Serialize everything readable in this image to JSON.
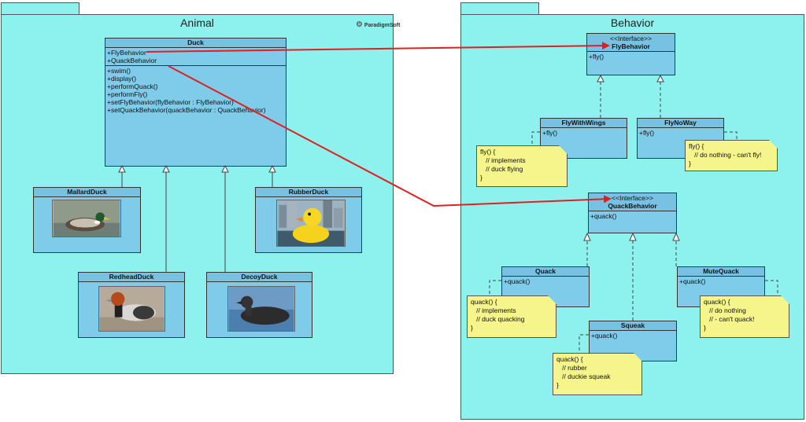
{
  "packages": {
    "animal": {
      "title": "Animal"
    },
    "behavior": {
      "title": "Behavior"
    }
  },
  "logo": {
    "text": "ParadigmSoft"
  },
  "classes": {
    "duck": {
      "name": "Duck",
      "attributes": [
        "+FlyBehavior",
        "+QuackBehavior"
      ],
      "operations": [
        "+swim()",
        "+display()",
        "+performQuack()",
        "+performFly()",
        "+setFlyBehavior(flyBehavior : FlyBehavior)",
        "+setQuackBehavior(quackBehavior : QuackBehavior)"
      ]
    },
    "mallard": {
      "name": "MallardDuck"
    },
    "rubber": {
      "name": "RubberDuck"
    },
    "redhead": {
      "name": "RedheadDuck"
    },
    "decoy": {
      "name": "DecoyDuck"
    },
    "fly_behavior": {
      "stereotype": "<<Interface>>",
      "name": "FlyBehavior",
      "operations": [
        "+fly()"
      ]
    },
    "fly_with_wings": {
      "name": "FlyWithWings",
      "operations": [
        "+fly()"
      ]
    },
    "fly_no_way": {
      "name": "FlyNoWay",
      "operations": [
        "+fly()"
      ]
    },
    "quack_behavior": {
      "stereotype": "<<Interface>>",
      "name": "QuackBehavior",
      "operations": [
        "+quack()"
      ]
    },
    "quack": {
      "name": "Quack",
      "operations": [
        "+quack()"
      ]
    },
    "squeak": {
      "name": "Squeak",
      "operations": [
        "+quack()"
      ]
    },
    "mute_quack": {
      "name": "MuteQuack",
      "operations": [
        "+quack()"
      ]
    }
  },
  "notes": {
    "fly_with_wings": [
      "fly() {",
      "   // implements",
      "   // duck flying",
      "}"
    ],
    "fly_no_way": [
      "fly() {",
      "   // do nothing - can't fly!",
      "}"
    ],
    "quack": [
      "quack() {",
      "   // implements",
      "   // duck quacking",
      "}"
    ],
    "squeak": [
      "quack() {",
      "   // rubber",
      "   // duckie squeak",
      "}"
    ],
    "mute_quack": [
      "quack() {",
      "   // do nothing",
      "   // - can't quack!",
      "}"
    ]
  },
  "colors": {
    "package_fill": "#8df2ee",
    "class_fill": "#7ecbea",
    "note_fill": "#f5f58c",
    "association_line": "#e02020"
  }
}
